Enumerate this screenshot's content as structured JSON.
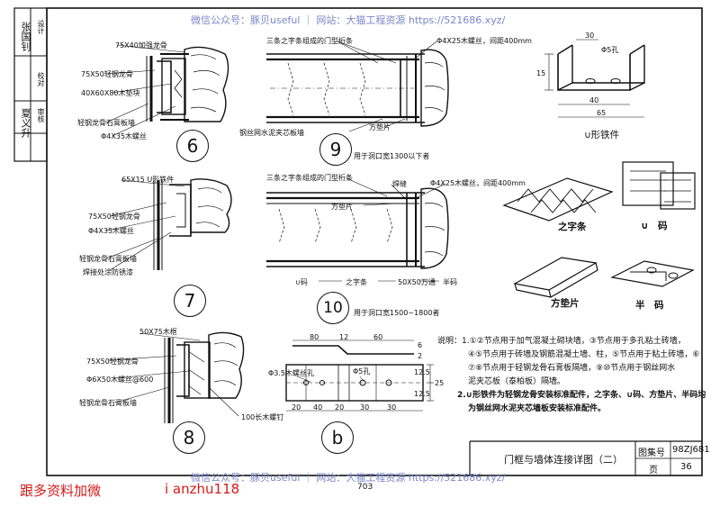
{
  "watermark_top": "微信公众号：豚贝useful ｜ 网站：大猫工程资源 https://521686.xyz/",
  "watermark_bottom": "微信公众号：豚贝useful ｜ 网站：大猫工程资源 https://521686.xyz/",
  "footer_left": "跟多资料加微",
  "footer_mid": "i anzhu118",
  "page_number": "703",
  "side_panel": {
    "r1": "审核",
    "r2": "校对",
    "r3": "设计",
    "sig1": "张国钊",
    "sig2": "夏义升"
  },
  "detail6": {
    "num": "6",
    "l1": "75X40加强龙骨",
    "l2": "75X50轻钢龙骨",
    "l3": "40X60X80木垫块",
    "l4": "轻钢龙骨石膏板墙",
    "l5": "Φ4X35木螺丝"
  },
  "detail7": {
    "num": "7",
    "l1": "65X15 U形铁件",
    "l2": "75X50轻钢龙骨",
    "l3": "Φ4X35木螺丝",
    "l4": "轻钢龙骨石膏板墙",
    "l5": "焊接处涂防锈漆"
  },
  "detail8": {
    "num": "8",
    "l1": "50X75木框",
    "l2": "75X50轻钢龙骨",
    "l3": "Φ6X50木螺丝@600",
    "l4": "轻钢龙骨石膏板墙",
    "l5": "100长木螺钉"
  },
  "detail9": {
    "num": "9",
    "l1": "三条之字条组成的门型桁条",
    "l2": "Φ4X25木螺丝，间距400mm",
    "l3": "钢丝网水泥夹芯板墙",
    "l4": "方垫片",
    "caption": "用于洞口宽1300以下者"
  },
  "detail10": {
    "num": "10",
    "l1": "三条之字条组成的门型桁条",
    "l2": "焊缝",
    "l3": "Φ4X25木螺丝，间距400mm",
    "l4": "方垫片",
    "legend": [
      "∪码",
      "之字条",
      "50X50万通",
      "半码"
    ],
    "caption": "用于洞口宽1500~1800者"
  },
  "detail_b": {
    "num": "b",
    "d80": "80",
    "d12": "12",
    "d60": "60",
    "d20a": "20",
    "d40": "40",
    "d20b": "20",
    "d30a": "30",
    "d30b": "30",
    "hole_a": "Φ3.5木螺丝孔",
    "hole_b": "Φ5孔",
    "dim_a": "6",
    "dim_b": "2",
    "dim_c": "12.5",
    "dim_d": "12.5",
    "dim_e": "25"
  },
  "u_part": {
    "d30": "30",
    "hole": "Φ5孔",
    "d15": "15",
    "d40": "40",
    "d65": "65",
    "title": "∪形铁件"
  },
  "parts": {
    "zigzag": "之字条",
    "ucode": "∪　码",
    "pad": "方垫片",
    "half": "半　码"
  },
  "notes": {
    "l1": "说明：1.①②节点用于加气混凝土砌块墙，③节点用于多孔粘土砖墙，",
    "l2": "④⑤节点用于砖墙及钢筋混凝土墙、柱，⑤节点用于粘土砖墙，⑥",
    "l3": "⑦⑧节点用于轻钢龙骨石膏板隔墙，⑨⑩节点用于钢丝网水",
    "l4": "泥夹芯板（泰柏板）隔墙。",
    "l5": "2.∪形铁件为轻钢龙骨安装标准配件，之字条、∪码、方垫片、半码均",
    "l6": "为钢丝网水泥夹芯墙板安装标准配件。"
  },
  "title_block": {
    "title": "门框与墙体连接详图（二）",
    "atlas_label": "图集号",
    "atlas_value": "98ZJ681",
    "page_label": "页",
    "page_value": "36"
  }
}
